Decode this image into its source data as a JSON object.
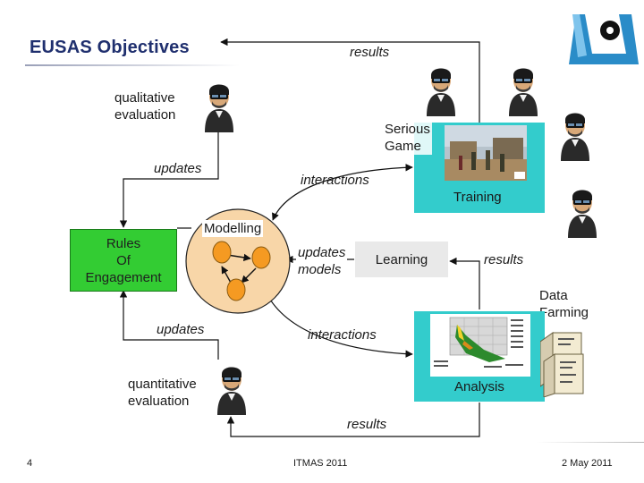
{
  "title": "EUSAS Objectives",
  "labels": {
    "results_top": "results",
    "qualitative_evaluation": "qualitative\nevaluation",
    "serious_game": "Serious\nGame",
    "updates_top": "updates",
    "interactions_top": "interactions",
    "training": "Training",
    "modelling": "Modelling",
    "rules_of_engagement": "Rules\nOf\nEngagement",
    "updates_models": "updates\nmodels",
    "learning": "Learning",
    "results_right": "results",
    "data_farming": "Data\nFarming",
    "updates_bottom": "updates",
    "interactions_bottom": "interactions",
    "quantitative_evaluation": "quantitative\nevaluation",
    "analysis": "Analysis",
    "results_bottom": "results"
  },
  "footer": {
    "page_number": "4",
    "event": "ITMAS 2011",
    "date": "2 May 2011"
  },
  "colors": {
    "title": "#1f2f6e",
    "rules_box": "#33cc33",
    "training_box": "#33cccc",
    "analysis_box": "#33cccc",
    "learning_box": "#e9e9e9",
    "modelling_circle": "#f8d6a8",
    "modelling_nodes": "#f59a22",
    "logo": "#2a8cc8"
  },
  "icons": [
    "soldier-icon",
    "game-screenshot",
    "surface-plot",
    "server-icon",
    "logo-icon"
  ]
}
